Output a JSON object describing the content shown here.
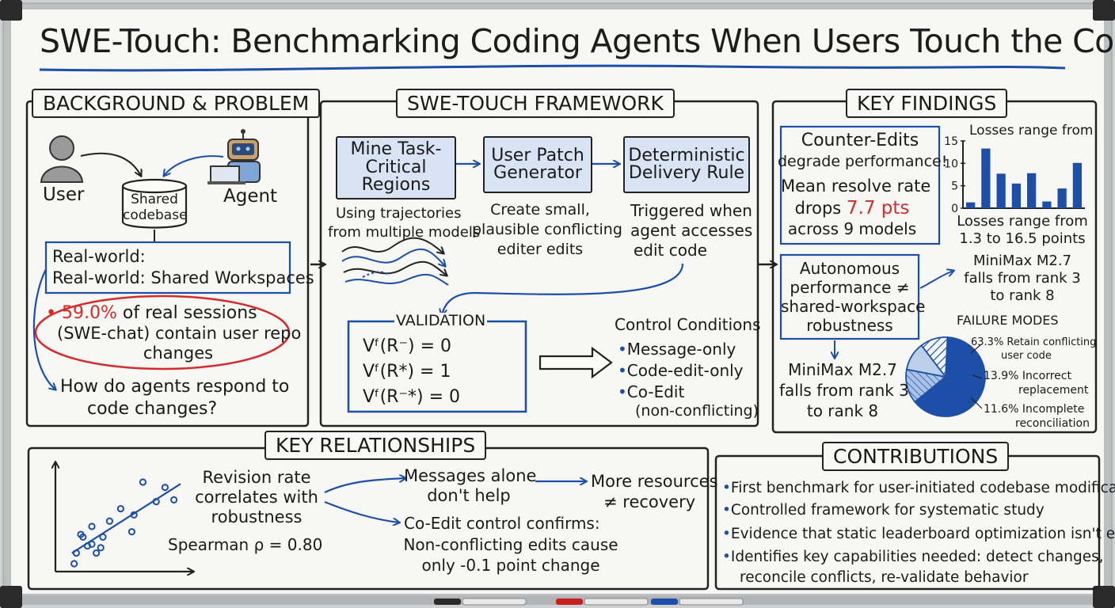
{
  "title": "SWE-Touch: Benchmarking Coding Agents When Users Touch the Code",
  "background": {
    "heading": "BACKGROUND & PROBLEM",
    "user_label": "User",
    "agent_label": "Agent",
    "codebase_label_1": "Shared",
    "codebase_label_2": "codebase",
    "workspace_line_1": "Real-world:",
    "workspace_line_2": "Real-world: Shared Workspaces",
    "stat_value": "59.0%",
    "stat_line_1_rest": " of real sessions",
    "stat_line_2": "(SWE-chat) contain user repo",
    "stat_line_3": "changes",
    "question_line_1": "How do agents respond to",
    "question_line_2": "code changes?"
  },
  "framework": {
    "heading": "SWE-TOUCH FRAMEWORK",
    "steps": [
      {
        "line1": "Mine Task-",
        "line2": "Critical",
        "line3": "Regions",
        "desc1": "Using trajectories",
        "desc2": "from multiple models"
      },
      {
        "line1": "User Patch",
        "line2": "Generator",
        "desc1": "Create small,",
        "desc2": "plausible conflicting",
        "desc3": "editer edits"
      },
      {
        "line1": "Deterministic",
        "line2": "Delivery Rule",
        "desc1": "Triggered when",
        "desc2": "agent accesses",
        "desc3": "edit code"
      }
    ],
    "validation": {
      "heading": "VALIDATION",
      "eqs": [
        "Vᶠ(R⁻)  =  0",
        "Vᶠ(R*)  =  1",
        "Vᶠ(R⁻*)  =  0"
      ]
    },
    "control": {
      "heading": "Control Conditions",
      "items": [
        "Message-only",
        "Code-edit-only",
        "Co-Edit"
      ],
      "sub": "(non-conflicting)"
    }
  },
  "findings": {
    "heading": "KEY FINDINGS",
    "counter_line_1": "Counter-Edits",
    "counter_line_2": "degrade performance!",
    "mean_line_1": "Mean resolve rate",
    "mean_pre": "drops ",
    "mean_value": "7.7 pts",
    "mean_line_3": "across 9 models",
    "auto_line_1": "Autonomous",
    "auto_line_2": "performance ≠",
    "auto_line_3": "shared-workspace",
    "auto_line_4": "robustness",
    "mini_left": [
      "MiniMax M2.7",
      "falls from rank 3",
      "to rank 8"
    ],
    "mini_right": [
      "MiniMax M2.7",
      "falls from rank 3",
      "to rank 8"
    ],
    "losses_line_1": "Losses range from",
    "losses_line_2": "1.3 to 16.5 points",
    "failure_heading": "FAILURE MODES",
    "pie_labels": [
      {
        "l1": "63.3% Retain conflicting",
        "l2": "user code"
      },
      {
        "l1": "13.9% Incorrect",
        "l2": "replacement"
      },
      {
        "l1": "11.6% Incomplete",
        "l2": "reconciliation"
      }
    ]
  },
  "relationships": {
    "heading": "KEY RELATIONSHIPS",
    "revision": [
      "Revision rate",
      "correlates with",
      "robustness"
    ],
    "spearman": "Spearman ρ = 0.80",
    "messages": [
      "Messages alone",
      "don't help"
    ],
    "resources": [
      "More resources",
      "≠ recovery"
    ],
    "coedit": [
      "Co-Edit control confirms:",
      "Non-conflicting edits cause",
      "only -0.1 point change"
    ]
  },
  "contributions": {
    "heading": "CONTRIBUTIONS",
    "items": [
      "First benchmark for user-initiated codebase modifications",
      "Controlled framework for systematic study",
      "Evidence that static leaderboard optimization isn't enough",
      "Identifies key capabilities needed: detect changes,"
    ],
    "continuation": "reconcile conflicts, re-validate behavior"
  },
  "chart_data": [
    {
      "type": "bar",
      "title": "Losses range from",
      "ylim": [
        0,
        15
      ],
      "yticks": [
        0,
        5,
        10,
        15
      ],
      "values": [
        1.3,
        13.3,
        7.7,
        5.5,
        7.8,
        1.5,
        4.4,
        10.1
      ]
    },
    {
      "type": "pie",
      "values": [
        63.3,
        13.9,
        11.6
      ],
      "labels": [
        "Retain conflicting user code",
        "Incorrect replacement",
        "Incomplete reconciliation"
      ],
      "colors": [
        "#1d4fa8",
        "#8fb0dd",
        "#bcd0ec"
      ]
    },
    {
      "type": "scatter",
      "x": [
        0.06,
        0.12,
        0.2,
        0.28,
        0.1,
        0.2,
        0.36,
        0.46,
        0.58,
        0.78,
        0.86,
        0.66,
        0.94,
        0.56,
        0.3,
        0.24,
        0.16,
        0.04
      ],
      "y": [
        0.12,
        0.3,
        0.22,
        0.18,
        0.33,
        0.42,
        0.48,
        0.62,
        0.55,
        0.7,
        0.86,
        0.92,
        0.72,
        0.36,
        0.3,
        0.12,
        0.2,
        0.0
      ],
      "trend": [
        [
          0.02,
          0.12
        ],
        [
          1.0,
          0.9
        ]
      ]
    }
  ]
}
